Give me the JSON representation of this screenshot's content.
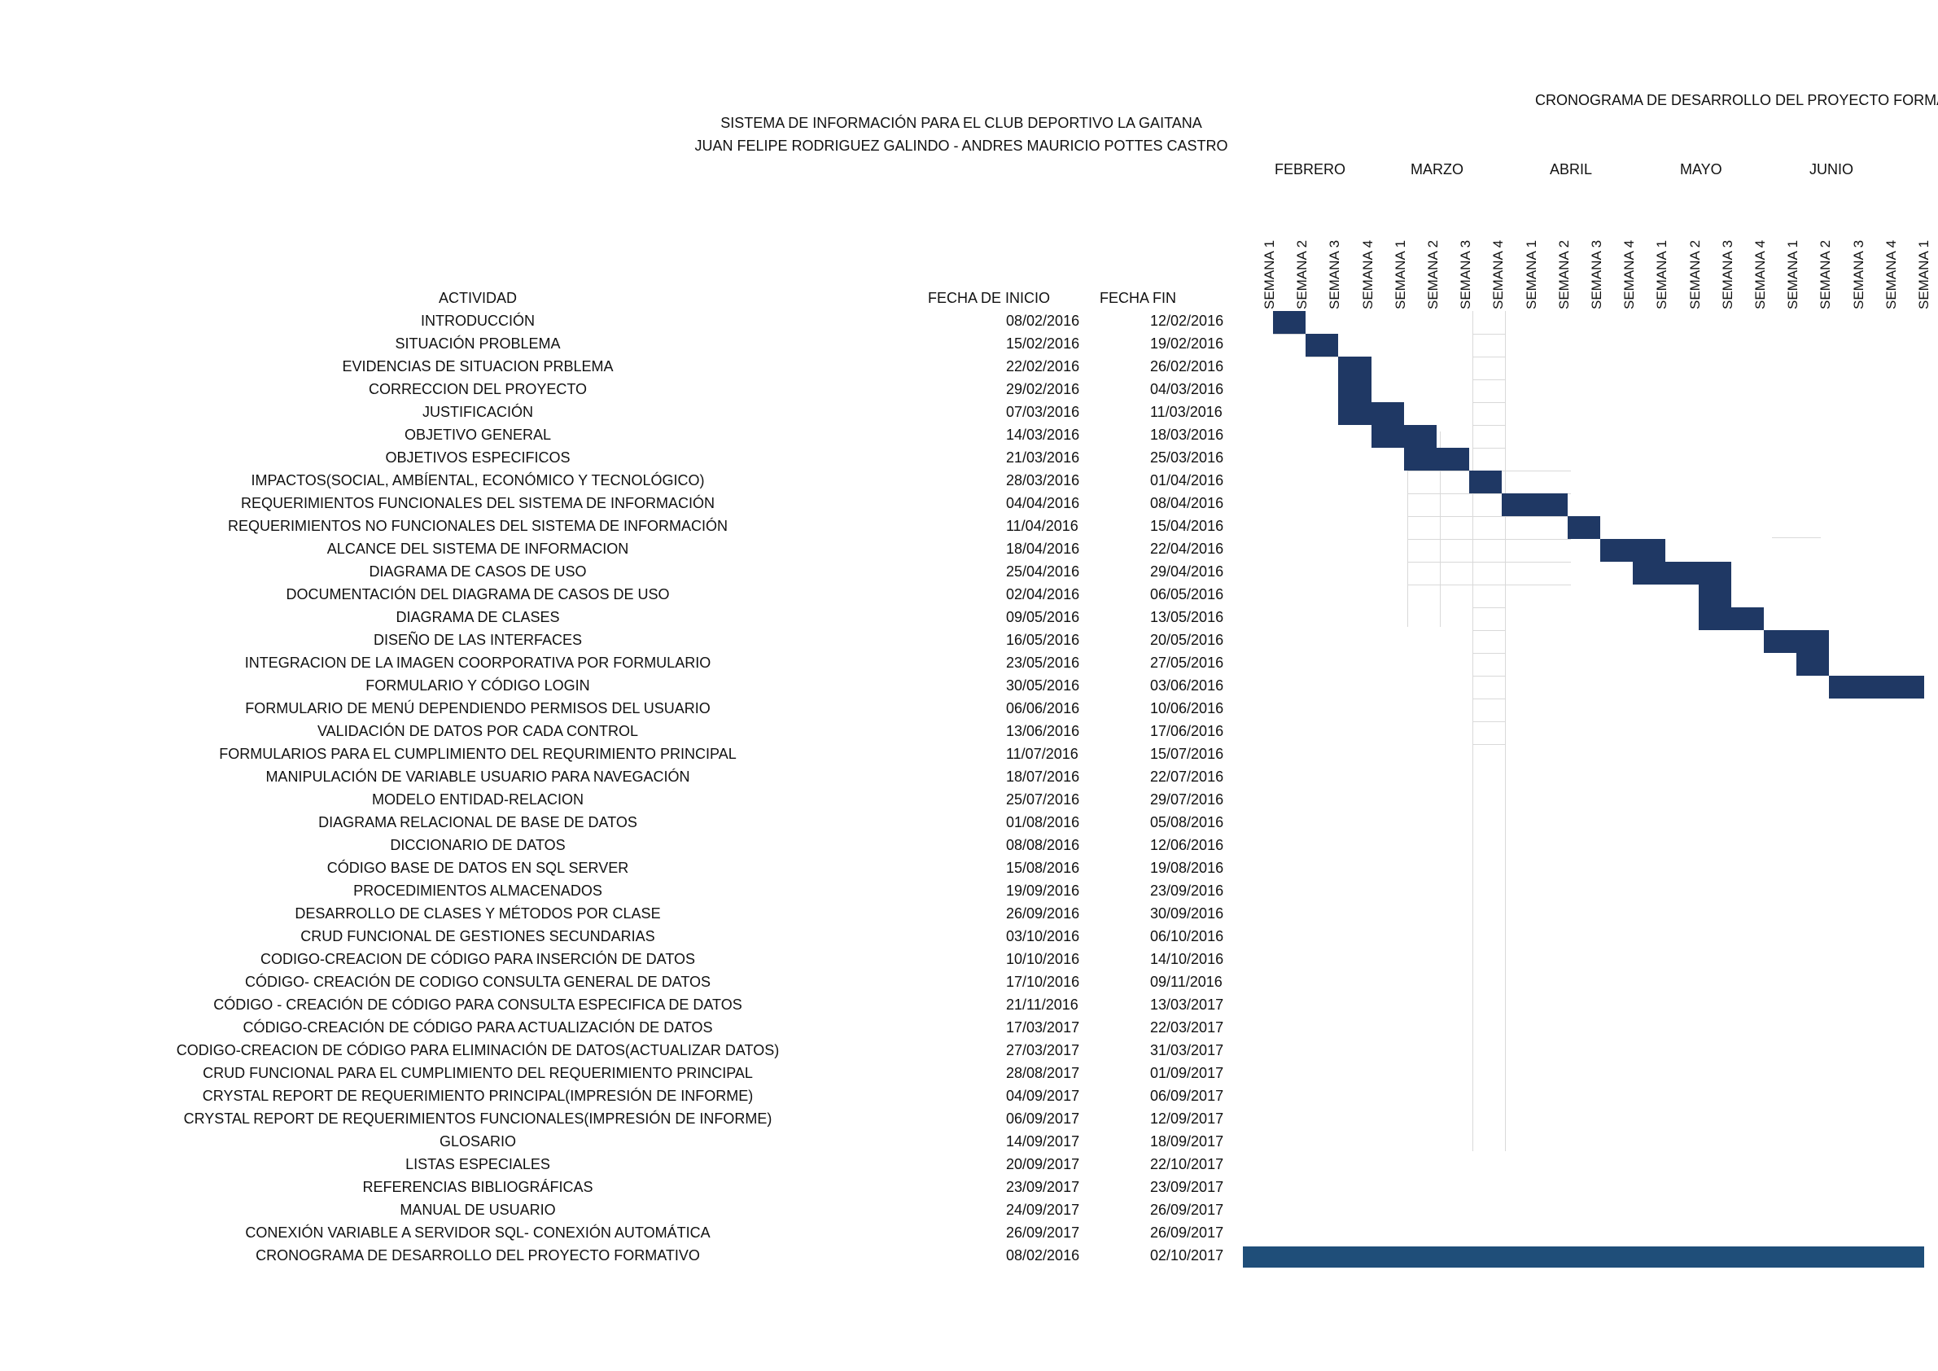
{
  "document": {
    "main_title": "CRONOGRAMA DE DESARROLLO DEL PROYECTO FORMA",
    "subtitle_1": "SISTEMA DE INFORMACIÓN PARA EL CLUB DEPORTIVO LA GAITANA",
    "subtitle_2": "JUAN FELIPE RODRIGUEZ GALINDO - ANDRES MAURICIO POTTES CASTRO"
  },
  "columns": {
    "activity": "ACTIVIDAD",
    "start": "FECHA DE INICIO",
    "end": "FECHA FIN"
  },
  "months": [
    "FEBRERO",
    "MARZO",
    "ABRIL",
    "MAYO",
    "JUNIO"
  ],
  "weeks": [
    "SEMANA 1",
    "SEMANA 2",
    "SEMANA 3",
    "SEMANA 4",
    "SEMANA 1",
    "SEMANA 2",
    "SEMANA 3",
    "SEMANA 4",
    "SEMANA 1",
    "SEMANA 2",
    "SEMANA 3",
    "SEMANA 4",
    "SEMANA 1",
    "SEMANA 2",
    "SEMANA 3",
    "SEMANA 4",
    "SEMANA 1",
    "SEMANA 2",
    "SEMANA 3",
    "SEMANA 4",
    "SEMANA 1"
  ],
  "bar_color": "#1f3864",
  "rows": [
    {
      "activity": "INTRODUCCIÓN",
      "start": "08/02/2016",
      "end": "12/02/2016",
      "bar_week": 0,
      "bar_weeks": 1
    },
    {
      "activity": "SITUACIÓN PROBLEMA",
      "start": "15/02/2016",
      "end": "19/02/2016",
      "bar_week": 1,
      "bar_weeks": 1
    },
    {
      "activity": "EVIDENCIAS DE SITUACION PRBLEMA",
      "start": "22/02/2016",
      "end": "26/02/2016",
      "bar_week": 2,
      "bar_weeks": 1
    },
    {
      "activity": "CORRECCION DEL PROYECTO",
      "start": "29/02/2016",
      "end": "04/03/2016",
      "bar_week": 2,
      "bar_weeks": 1
    },
    {
      "activity": "JUSTIFICACIÓN",
      "start": "07/03/2016",
      "end": "11/03/2016",
      "bar_week": 2,
      "bar_weeks": 2
    },
    {
      "activity": "OBJETIVO GENERAL",
      "start": "14/03/2016",
      "end": "18/03/2016",
      "bar_week": 3,
      "bar_weeks": 2
    },
    {
      "activity": "OBJETIVOS ESPECIFICOS",
      "start": "21/03/2016",
      "end": "25/03/2016",
      "bar_week": 4,
      "bar_weeks": 2
    },
    {
      "activity": "IMPACTOS(SOCIAL, AMBÍENTAL, ECONÓMICO Y TECNOLÓGICO)",
      "start": "28/03/2016",
      "end": "01/04/2016",
      "bar_week": 6,
      "bar_weeks": 1
    },
    {
      "activity": "REQUERIMIENTOS FUNCIONALES DEL SISTEMA DE INFORMACIÓN",
      "start": "04/04/2016",
      "end": "08/04/2016",
      "bar_week": 7,
      "bar_weeks": 2
    },
    {
      "activity": "REQUERIMIENTOS NO FUNCIONALES DEL SISTEMA DE INFORMACIÓN",
      "start": "11/04/2016",
      "end": "15/04/2016",
      "bar_week": 9,
      "bar_weeks": 1
    },
    {
      "activity": "ALCANCE DEL SISTEMA DE INFORMACION",
      "start": "18/04/2016",
      "end": "22/04/2016",
      "bar_week": 10,
      "bar_weeks": 2
    },
    {
      "activity": "DIAGRAMA DE CASOS DE USO",
      "start": "25/04/2016",
      "end": "29/04/2016",
      "bar_week": 11,
      "bar_weeks": 3
    },
    {
      "activity": "DOCUMENTACIÓN DEL DIAGRAMA DE CASOS DE USO",
      "start": "02/04/2016",
      "end": "06/05/2016",
      "bar_week": 13,
      "bar_weeks": 1
    },
    {
      "activity": "DIAGRAMA DE CLASES",
      "start": "09/05/2016",
      "end": "13/05/2016",
      "bar_week": 13,
      "bar_weeks": 2
    },
    {
      "activity": "DISEÑO DE LAS INTERFACES",
      "start": "16/05/2016",
      "end": "20/05/2016",
      "bar_week": 15,
      "bar_weeks": 2
    },
    {
      "activity": "INTEGRACION DE LA IMAGEN COORPORATIVA POR FORMULARIO",
      "start": "23/05/2016",
      "end": "27/05/2016",
      "bar_week": 16,
      "bar_weeks": 1
    },
    {
      "activity": "FORMULARIO Y CÓDIGO LOGIN",
      "start": "30/05/2016",
      "end": "03/06/2016",
      "bar_week": 17,
      "bar_weeks": 3
    },
    {
      "activity": "FORMULARIO DE MENÚ DEPENDIENDO PERMISOS DEL USUARIO",
      "start": "06/06/2016",
      "end": "10/06/2016"
    },
    {
      "activity": "VALIDACIÓN DE DATOS POR CADA CONTROL",
      "start": "13/06/2016",
      "end": "17/06/2016"
    },
    {
      "activity": "FORMULARIOS PARA EL CUMPLIMIENTO DEL REQURIMIENTO PRINCIPAL",
      "start": "11/07/2016",
      "end": "15/07/2016"
    },
    {
      "activity": "MANIPULACIÓN DE VARIABLE USUARIO PARA NAVEGACIÓN",
      "start": "18/07/2016",
      "end": "22/07/2016"
    },
    {
      "activity": "MODELO ENTIDAD-RELACION",
      "start": "25/07/2016",
      "end": "29/07/2016"
    },
    {
      "activity": "DIAGRAMA RELACIONAL DE BASE DE DATOS",
      "start": "01/08/2016",
      "end": "05/08/2016"
    },
    {
      "activity": "DICCIONARIO DE DATOS",
      "start": "08/08/2016",
      "end": "12/06/2016"
    },
    {
      "activity": "CÓDIGO BASE DE DATOS EN SQL SERVER",
      "start": "15/08/2016",
      "end": "19/08/2016"
    },
    {
      "activity": "PROCEDIMIENTOS ALMACENADOS",
      "start": "19/09/2016",
      "end": "23/09/2016"
    },
    {
      "activity": "DESARROLLO DE CLASES Y MÉTODOS POR CLASE",
      "start": "26/09/2016",
      "end": "30/09/2016"
    },
    {
      "activity": "CRUD FUNCIONAL DE GESTIONES SECUNDARIAS",
      "start": "03/10/2016",
      "end": "06/10/2016"
    },
    {
      "activity": "CODIGO-CREACION DE CÓDIGO PARA INSERCIÓN DE DATOS",
      "start": "10/10/2016",
      "end": "14/10/2016"
    },
    {
      "activity": "CÓDIGO- CREACIÓN DE CODIGO CONSULTA GENERAL DE DATOS",
      "start": "17/10/2016",
      "end": "09/11/2016"
    },
    {
      "activity": "CÓDIGO - CREACIÓN DE CÓDIGO PARA CONSULTA ESPECIFICA DE DATOS",
      "start": "21/11/2016",
      "end": "13/03/2017"
    },
    {
      "activity": "CÓDIGO-CREACIÓN DE CÓDIGO PARA ACTUALIZACIÓN DE DATOS",
      "start": "17/03/2017",
      "end": "22/03/2017"
    },
    {
      "activity": "CODIGO-CREACION DE CÓDIGO PARA ELIMINACIÓN DE DATOS(ACTUALIZAR DATOS)",
      "start": "27/03/2017",
      "end": "31/03/2017"
    },
    {
      "activity": "CRUD FUNCIONAL PARA EL CUMPLIMIENTO DEL REQUERIMIENTO PRINCIPAL",
      "start": "28/08/2017",
      "end": "01/09/2017"
    },
    {
      "activity": "CRYSTAL REPORT DE REQUERIMIENTO PRINCIPAL(IMPRESIÓN DE INFORME)",
      "start": "04/09/2017",
      "end": "06/09/2017"
    },
    {
      "activity": "CRYSTAL REPORT DE REQUERIMIENTOS FUNCIONALES(IMPRESIÓN DE INFORME)",
      "start": "06/09/2017",
      "end": "12/09/2017"
    },
    {
      "activity": "GLOSARIO",
      "start": "14/09/2017",
      "end": "18/09/2017"
    },
    {
      "activity": "LISTAS ESPECIALES",
      "start": "20/09/2017",
      "end": "22/10/2017"
    },
    {
      "activity": "REFERENCIAS BIBLIOGRÁFICAS",
      "start": "23/09/2017",
      "end": "23/09/2017"
    },
    {
      "activity": "MANUAL DE USUARIO",
      "start": "24/09/2017",
      "end": "26/09/2017"
    },
    {
      "activity": "CONEXIÓN VARIABLE A SERVIDOR SQL- CONEXIÓN AUTOMÁTICA",
      "start": "26/09/2017",
      "end": "26/09/2017"
    },
    {
      "activity": "CRONOGRAMA DE DESARROLLO DEL PROYECTO FORMATIVO",
      "start": "08/02/2016",
      "end": "02/10/2017",
      "bar_full": true
    }
  ]
}
